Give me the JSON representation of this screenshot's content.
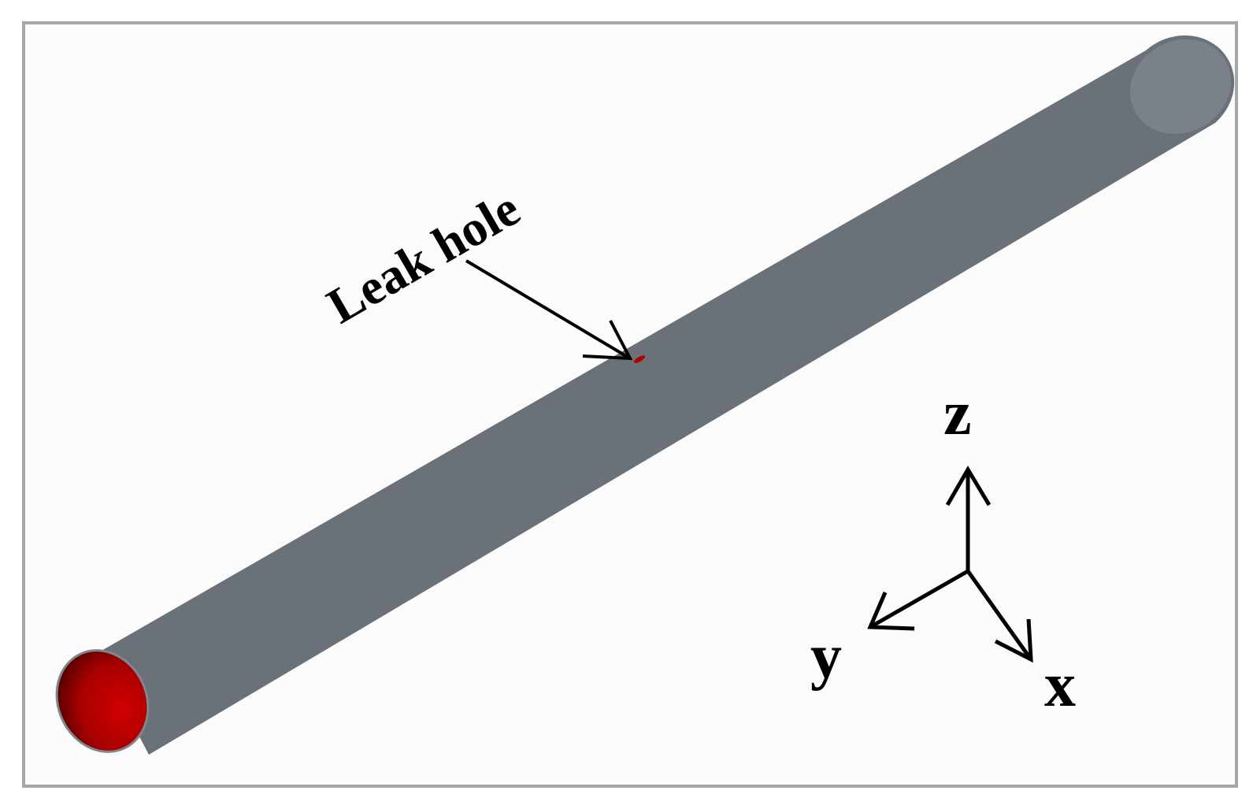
{
  "annotation": {
    "label": "Leak hole"
  },
  "axes": {
    "z_label": "z",
    "y_label": "y",
    "x_label": "x"
  },
  "colors": {
    "pipe_body": "#7f868d",
    "pipe_end_face": "#c00000",
    "leak_hole": "#b00000",
    "frame_border": "#a6a6a6",
    "background": "#fbfbfb"
  }
}
